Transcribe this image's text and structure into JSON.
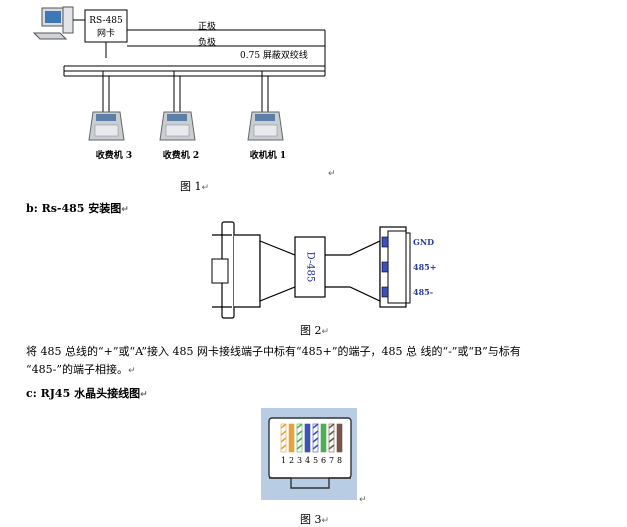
{
  "fig1": {
    "network_card_line1": "RS-485",
    "network_card_line2": "网卡",
    "positive_label": "正极",
    "negative_label": "负极",
    "cable_label": "0.75 屏蔽双绞线",
    "machine_3": "收费机 3",
    "machine_2": "收费机 2",
    "machine_1": "收机机 1",
    "caption": "图 1",
    "return_mark": "↵",
    "tail_mark": "↵"
  },
  "section_b": {
    "heading": "b: Rs-485 安装图",
    "mark": "↵"
  },
  "fig2": {
    "adapter_label": "D-485",
    "terminal_gnd": "GND",
    "terminal_plus": "485+",
    "terminal_minus": "485-",
    "caption": "图 2",
    "mark": "↵"
  },
  "paragraph": {
    "line1": "将 485 总线的“+”或“A”接入 485 网卡接线端子中标有“485+”的端子，485 总 线的“-”或“B”与标有",
    "line2": "“485-”的端子相接。",
    "mark": "↵"
  },
  "section_c": {
    "heading": "c: RJ45 水晶头接线图",
    "mark": "↵"
  },
  "fig3": {
    "pin_numbers": [
      "1",
      "2",
      "3",
      "4",
      "5",
      "6",
      "7",
      "8"
    ],
    "wire_colors": [
      "#e6a23c",
      "#e6a23c",
      "#4caf50",
      "#3f51b5",
      "#3f51b5",
      "#4caf50",
      "#795548",
      "#795548"
    ],
    "mark": "↵",
    "caption": "图 3",
    "caption_mark": "↵"
  }
}
